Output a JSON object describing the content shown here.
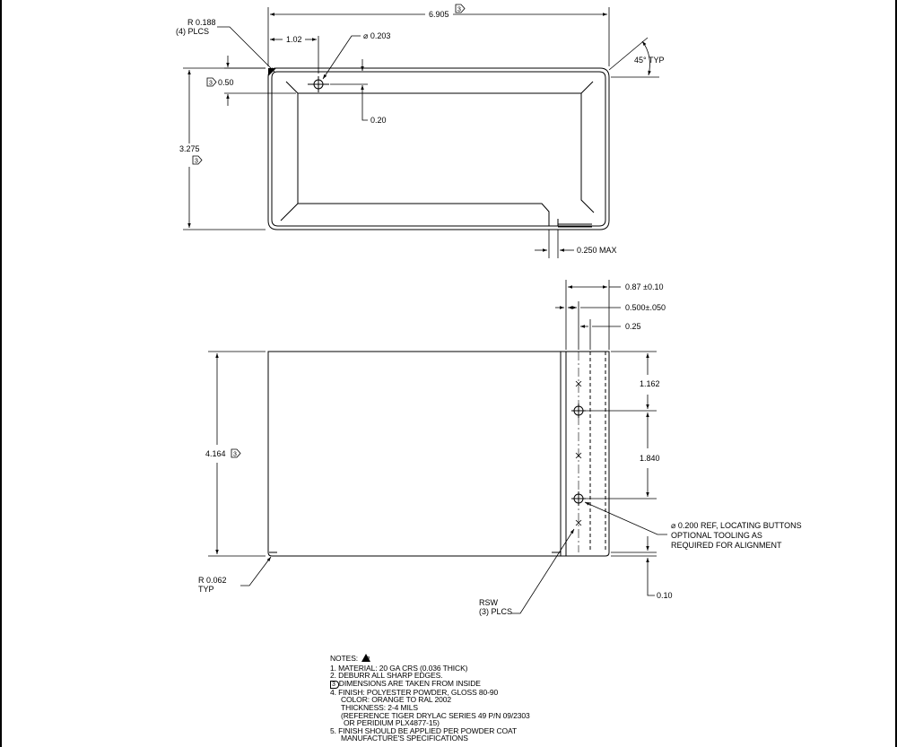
{
  "top_view": {
    "width": "6.905",
    "height": "3.275",
    "corner_radius": "R 0.188",
    "corner_radius_count": "(4) PLCS",
    "hole_offset_x": "1.02",
    "hole_diameter": "⌀ 0.203",
    "flange_depth": "0.50",
    "hole_offset_y": "0.20",
    "chamfer_angle": "45° TYP",
    "gap": "0.250 MAX"
  },
  "side_view": {
    "height": "4.164",
    "bend_radius": "R 0.062",
    "bend_radius_note": "TYP",
    "flange_depth": "0.87 ±0.10",
    "stud_offset": "0.500±.050",
    "stud_inset": "0.25",
    "spacing_top": "1.162",
    "spacing_mid": "1.840",
    "bottom_offset": "0.10",
    "button_note_1": "⌀ 0.200 REF, LOCATING BUTTONS",
    "button_note_2": "OPTIONAL TOOLING AS",
    "button_note_3": "REQUIRED FOR ALIGNMENT",
    "weld_note_1": "RSW",
    "weld_note_2": "(3) PLCS"
  },
  "flag_number": "3",
  "notes": {
    "title": "NOTES:",
    "title_flag": "2",
    "n1": "1.  MATERIAL:  20 GA CRS (0.036 THICK)",
    "n2": "2.  DEBURR ALL SHARP EDGES.",
    "n3_flag": "3",
    "n3": "DIMENSIONS ARE TAKEN FROM INSIDE",
    "n4": "4.  FINISH: POLYESTER POWDER, GLOSS 80-90",
    "n4a": "COLOR: ORANGE TO RAL 2002",
    "n4b": "THICKNESS: 2-4 MILS",
    "n4c": "(REFERENCE TIGER DRYLAC SERIES 49 P/N 09/2303",
    "n4d": "OR PERIDIUM PLX4877-15)",
    "n5": "5.  FINISH SHOULD BE APPLIED PER POWDER COAT",
    "n5a": "MANUFACTURE'S SPECIFICATIONS"
  }
}
